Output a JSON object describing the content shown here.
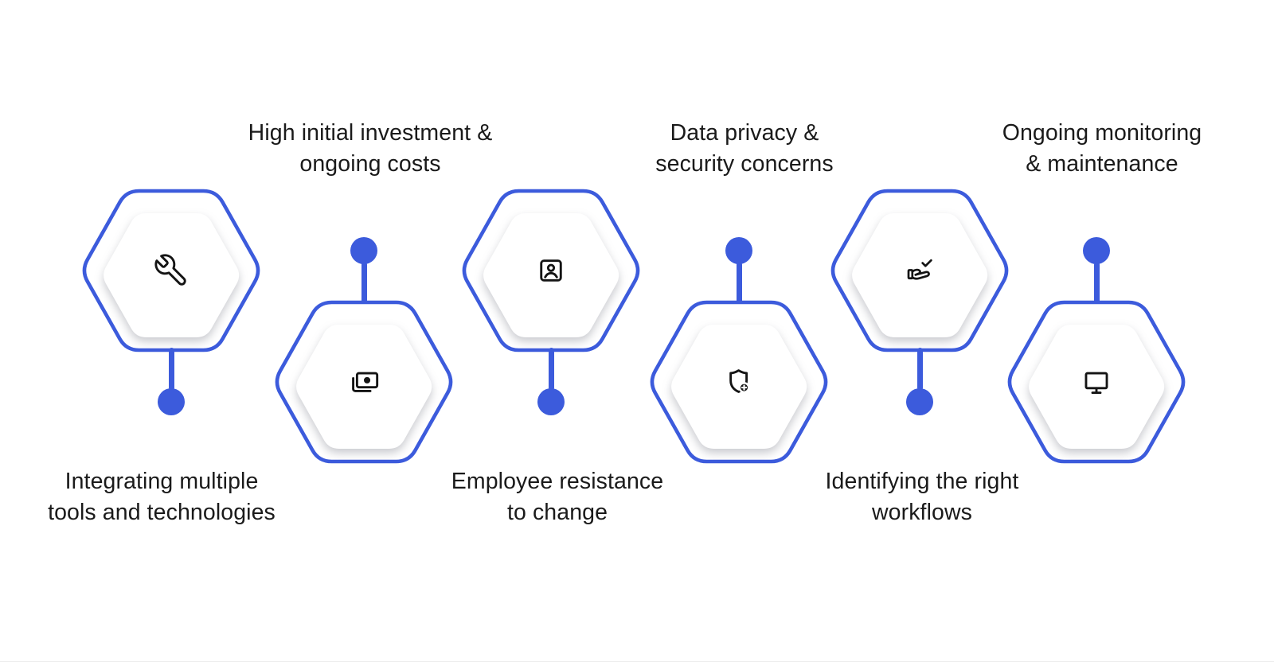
{
  "diagram": {
    "type": "hexagon-infographic",
    "theme": "challenges of workflow automation",
    "colors": {
      "accent": "#3C5BDC",
      "icon": "#141414",
      "text": "#1a1a1a",
      "background": "#ffffff"
    },
    "items": [
      {
        "icon": "wrench-icon",
        "label": "Integrating multiple tools and technologies",
        "label_lines": [
          "Integrating multiple",
          "tools and technologies"
        ]
      },
      {
        "icon": "banknote-icon",
        "label": "High initial investment & ongoing costs",
        "label_lines": [
          "High initial investment &",
          "ongoing costs"
        ]
      },
      {
        "icon": "portrait-icon",
        "label": "Employee resistance to change",
        "label_lines": [
          "Employee resistance",
          "to change"
        ]
      },
      {
        "icon": "shield-plus-icon",
        "label": "Data privacy & security concerns",
        "label_lines": [
          "Data privacy &",
          "security concerns"
        ]
      },
      {
        "icon": "hand-check-icon",
        "label": "Identifying the right workflows",
        "label_lines": [
          "Identifying the right",
          "workflows"
        ]
      },
      {
        "icon": "monitor-icon",
        "label": "Ongoing monitoring & maintenance",
        "label_lines": [
          "Ongoing monitoring",
          "& maintenance"
        ]
      }
    ]
  }
}
